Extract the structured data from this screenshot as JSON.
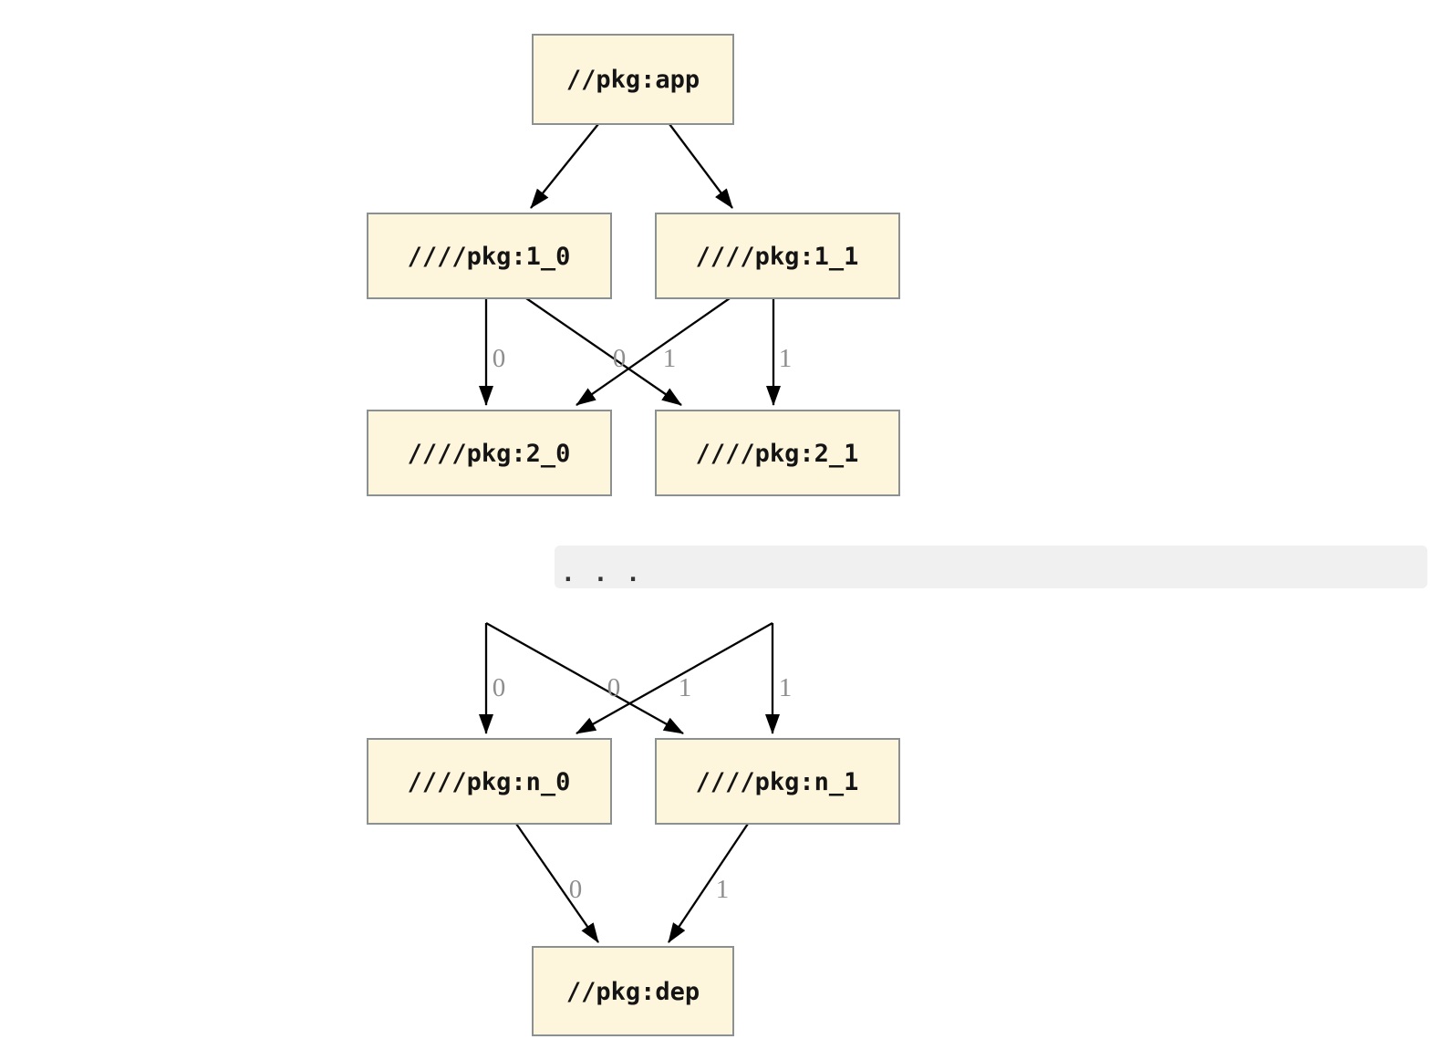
{
  "diagram": {
    "nodes": {
      "app": {
        "label": "//pkg:app"
      },
      "level1_0": {
        "label": "////pkg:1_0"
      },
      "level1_1": {
        "label": "////pkg:1_1"
      },
      "level2_0": {
        "label": "////pkg:2_0"
      },
      "level2_1": {
        "label": "////pkg:2_1"
      },
      "leveln_0": {
        "label": "////pkg:n_0"
      },
      "leveln_1": {
        "label": "////pkg:n_1"
      },
      "dep": {
        "label": "//pkg:dep"
      }
    },
    "edges": [
      {
        "from": "//pkg:app",
        "to": "////pkg:1_0",
        "label": ""
      },
      {
        "from": "//pkg:app",
        "to": "////pkg:1_1",
        "label": ""
      },
      {
        "from": "////pkg:1_0",
        "to": "////pkg:2_0",
        "label": "0"
      },
      {
        "from": "////pkg:1_1",
        "to": "////pkg:2_0",
        "label": "0"
      },
      {
        "from": "////pkg:1_0",
        "to": "////pkg:2_1",
        "label": "1"
      },
      {
        "from": "////pkg:1_1",
        "to": "////pkg:2_1",
        "label": "1"
      },
      {
        "from": "ellipsis",
        "to": "////pkg:n_0",
        "label": "0"
      },
      {
        "from": "ellipsis",
        "to": "////pkg:n_0",
        "label": "0"
      },
      {
        "from": "ellipsis",
        "to": "////pkg:n_1",
        "label": "1"
      },
      {
        "from": "ellipsis",
        "to": "////pkg:n_1",
        "label": "1"
      },
      {
        "from": "////pkg:n_0",
        "to": "//pkg:dep",
        "label": "0"
      },
      {
        "from": "////pkg:n_1",
        "to": "//pkg:dep",
        "label": "1"
      }
    ],
    "ellipsis": {
      "text": "..."
    },
    "colors": {
      "node_fill": "#fdf5dc",
      "node_border": "#8b9192",
      "node_text": "#141414",
      "edge": "#000000",
      "edge_label": "#8e8e8e",
      "ellipsis_band_bg": "#f0f0f0"
    }
  }
}
